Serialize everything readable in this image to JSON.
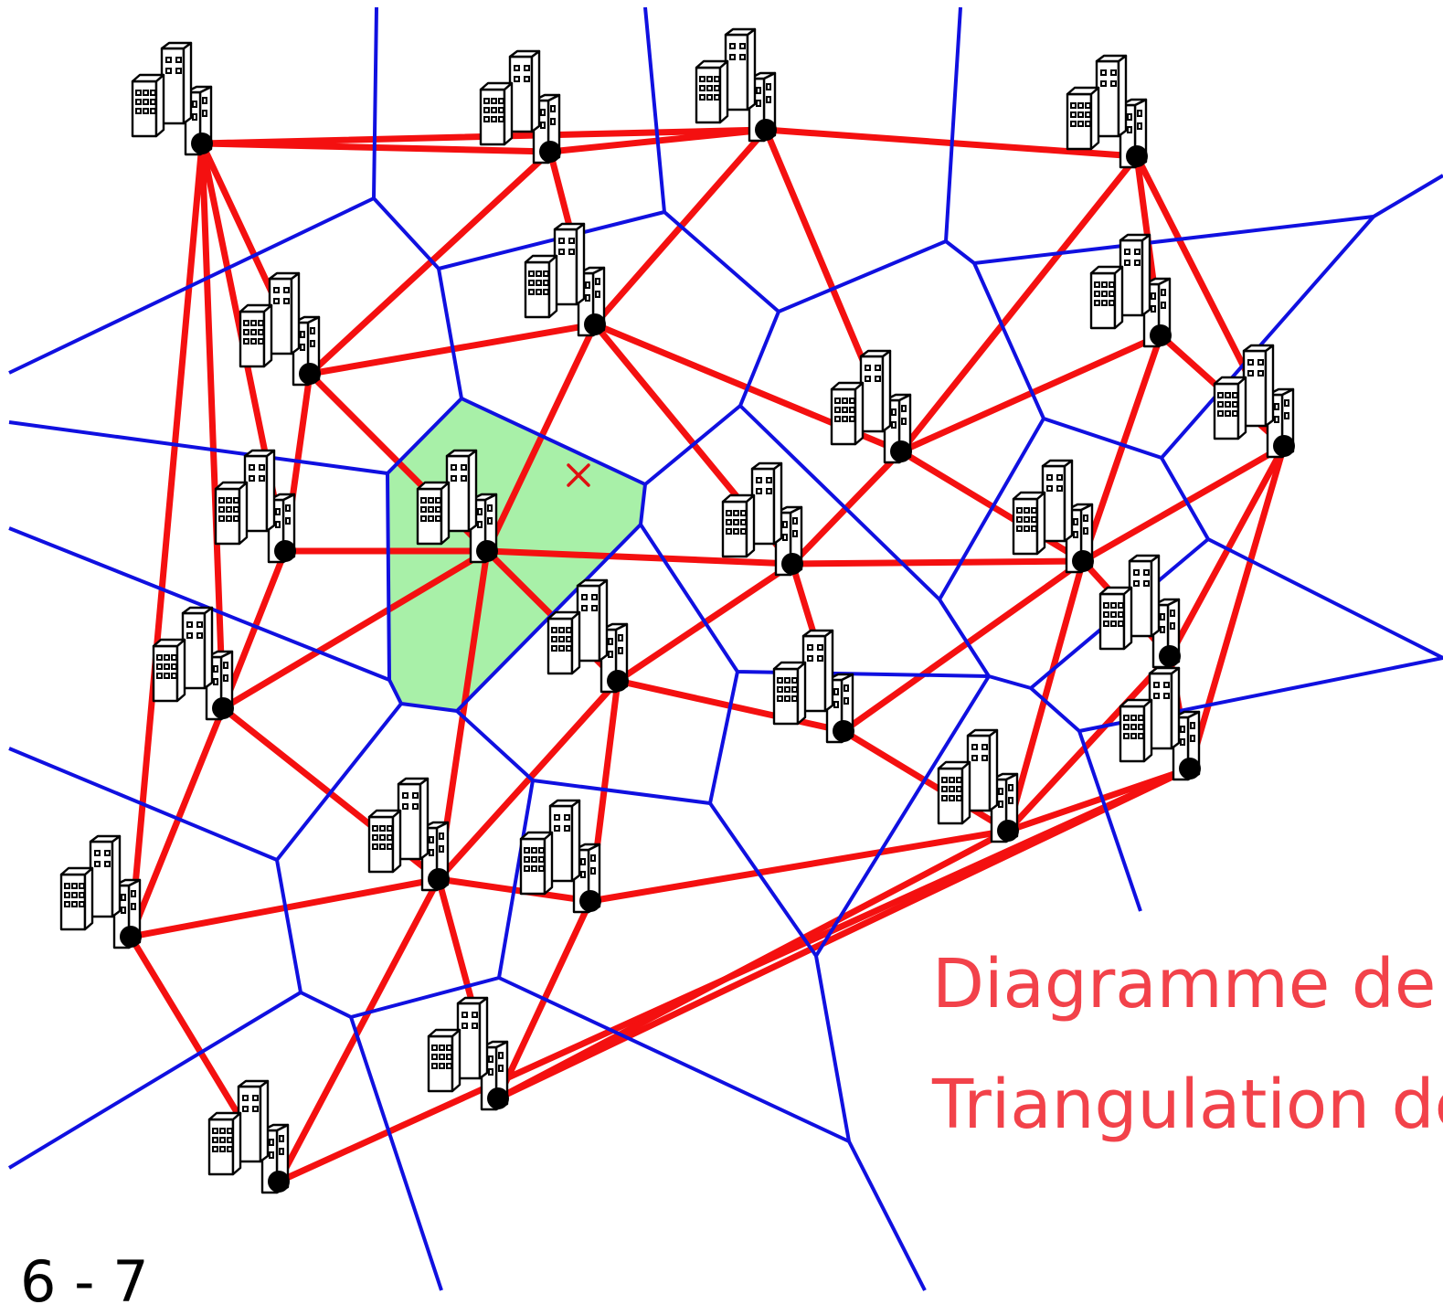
{
  "captions": {
    "voronoi": "Diagramme de V",
    "delaunay": "Triangulation de"
  },
  "slide_number": "6 - 7",
  "colors": {
    "voronoi_edge": "#1010e0",
    "delaunay_edge": "#f41010",
    "highlight_cell": "#a8f0a8",
    "caption": "#f2424a",
    "marker": "#e01010"
  },
  "icons": {
    "site": "building-icon",
    "query": "cross-marker-icon"
  }
}
